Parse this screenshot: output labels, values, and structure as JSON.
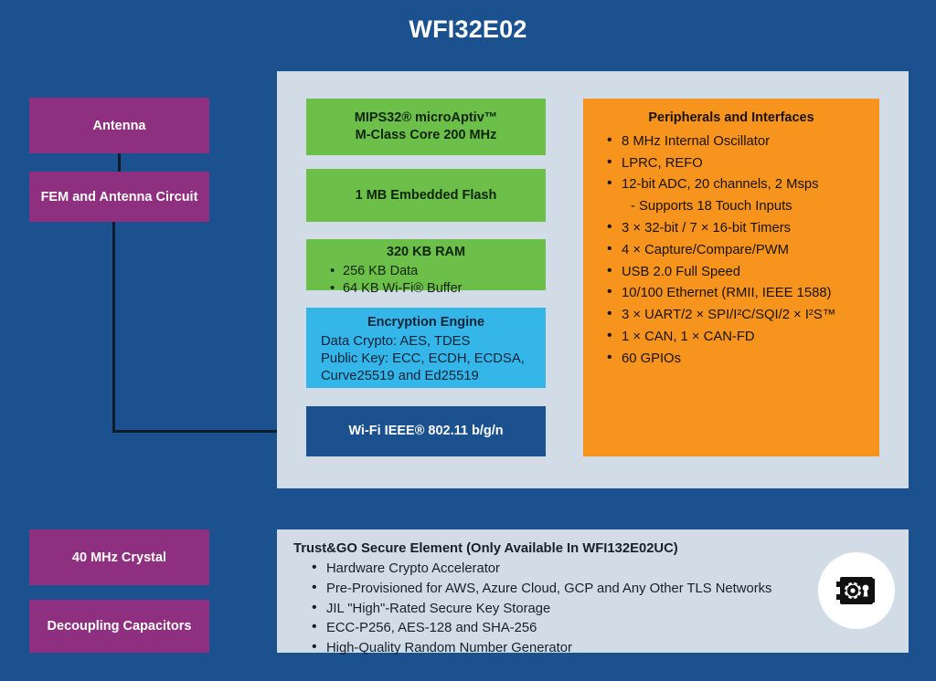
{
  "title": "WFI32E02",
  "colors": {
    "background": "#1B518F",
    "panel": "#D2DCE6",
    "purple": "#8E2F7F",
    "green": "#6CC04A",
    "cyan": "#35B6E8",
    "orange": "#F7941E",
    "blue": "#1B518F",
    "wire": "#0F1B2B"
  },
  "left_column": {
    "antenna": "Antenna",
    "fem": "FEM and Antenna Circuit",
    "crystal": "40 MHz Crystal",
    "decoupling": "Decoupling Capacitors"
  },
  "main_panel": {
    "core": {
      "line1": "MIPS32® microAptiv™",
      "line2": "M-Class Core 200 MHz"
    },
    "flash": "1 MB Embedded Flash",
    "ram": {
      "title": "320 KB RAM",
      "items": [
        "256 KB Data",
        "64 KB Wi-Fi® Buffer"
      ]
    },
    "encryption": {
      "title": "Encryption Engine",
      "line1": "Data Crypto: AES, TDES",
      "line2": "Public Key: ECC, ECDH, ECDSA,",
      "line3": "Curve25519 and Ed25519"
    },
    "wifi": "Wi-Fi IEEE® 802.11 b/g/n",
    "peripherals": {
      "title": "Peripherals and Interfaces",
      "items": [
        {
          "text": "8 MHz Internal Oscillator",
          "bullet": true
        },
        {
          "text": "LPRC, REFO",
          "bullet": true
        },
        {
          "text": "12-bit ADC, 20 channels, 2 Msps",
          "bullet": true
        },
        {
          "text": "- Supports 18 Touch Inputs",
          "bullet": false
        },
        {
          "text": "3 × 32-bit / 7 × 16-bit Timers",
          "bullet": true
        },
        {
          "text": "4 × Capture/Compare/PWM",
          "bullet": true
        },
        {
          "text": "USB 2.0 Full Speed",
          "bullet": true
        },
        {
          "text": "10/100 Ethernet (RMII, IEEE 1588)",
          "bullet": true
        },
        {
          "text": "3 × UART/2 × SPI/I²C/SQI/2 × I²S™",
          "bullet": true
        },
        {
          "text": "1 × CAN, 1 × CAN-FD",
          "bullet": true
        },
        {
          "text": "60 GPIOs",
          "bullet": true
        }
      ]
    }
  },
  "bottom_panel": {
    "title": "Trust&GO Secure Element (Only Available In WFI132E02UC)",
    "items": [
      "Hardware Crypto Accelerator",
      "Pre-Provisioned for AWS, Azure Cloud, GCP and Any Other TLS Networks",
      "JIL \"High\"-Rated Secure Key Storage",
      "ECC-P256, AES-128 and SHA-256",
      "High-Quality Random Number Generator"
    ],
    "icon": "safe-vault-icon"
  }
}
